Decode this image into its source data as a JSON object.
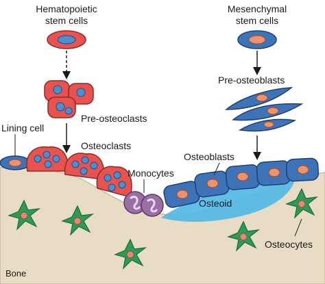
{
  "labels": {
    "hematopoietic_line1": "Hematopoietic",
    "hematopoietic_line2": "stem cells",
    "mesenchymal_line1": "Mesenchymal",
    "mesenchymal_line2": "stem cells",
    "pre_osteoclasts": "Pre-osteoclasts",
    "pre_osteoblasts": "Pre-osteoblasts",
    "lining_cell": "Lining cell",
    "osteoclasts": "Osteoclasts",
    "osteoblasts": "Osteoblasts",
    "monocytes": "Monocytes",
    "osteoid": "Osteoid",
    "osteocytes": "Osteocytes",
    "bone": "Bone"
  },
  "colors": {
    "osteoclast_red": "#e8524f",
    "nucleus_blue": "#4a8fd0",
    "osteoblast_blue": "#3f73b8",
    "nucleus_orange": "#f0926a",
    "monocyte_purple": "#9a6fa5",
    "osteoid_blue": "#4fb8e6",
    "bone_tan": "#e8dcc4",
    "osteocyte_green": "#2e9b55",
    "osteocyte_nucleus": "#e08a78"
  }
}
